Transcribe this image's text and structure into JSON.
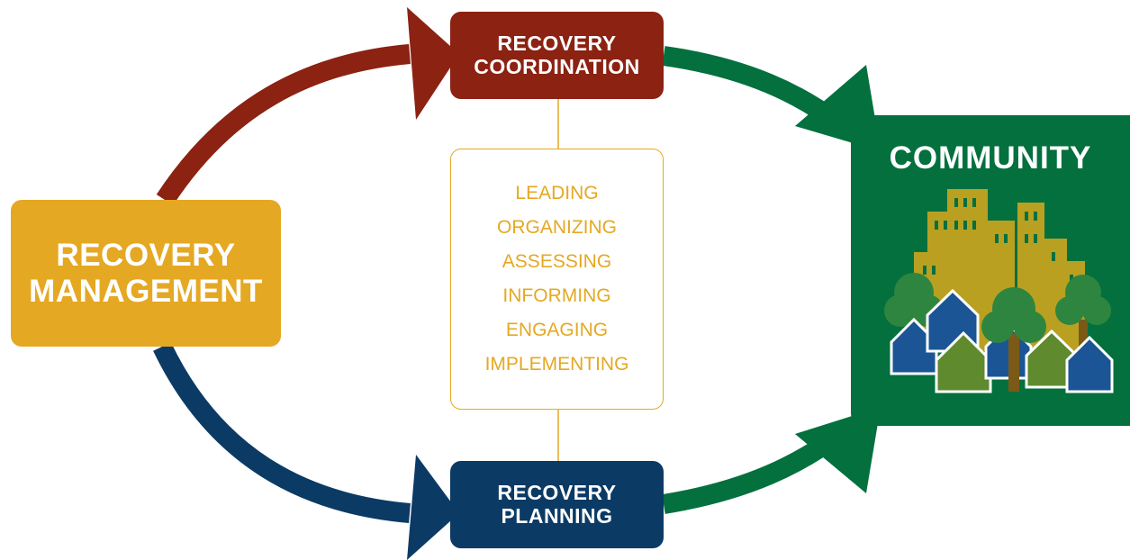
{
  "colors": {
    "management": "#E5A823",
    "coordination": "#8B2212",
    "planning": "#0B3A64",
    "community": "#03703E",
    "building": "#B9A021",
    "house_blue": "#1B5595",
    "house_green": "#5F8A2E",
    "tree": "#2E8540",
    "trunk": "#7A5A16"
  },
  "nodes": {
    "management": {
      "line1": "RECOVERY",
      "line2": "MANAGEMENT"
    },
    "coordination": {
      "line1": "RECOVERY",
      "line2": "COORDINATION"
    },
    "planning": {
      "line1": "RECOVERY",
      "line2": "PLANNING"
    },
    "community": {
      "title": "COMMUNITY",
      "icon": "city-houses-trees-icon"
    }
  },
  "activities": [
    "LEADING",
    "ORGANIZING",
    "ASSESSING",
    "INFORMING",
    "ENGAGING",
    "IMPLEMENTING"
  ],
  "edges": [
    {
      "from": "management",
      "to": "coordination",
      "color": "coordination"
    },
    {
      "from": "management",
      "to": "planning",
      "color": "planning"
    },
    {
      "from": "coordination",
      "to": "community",
      "color": "community"
    },
    {
      "from": "planning",
      "to": "community",
      "color": "community"
    }
  ]
}
